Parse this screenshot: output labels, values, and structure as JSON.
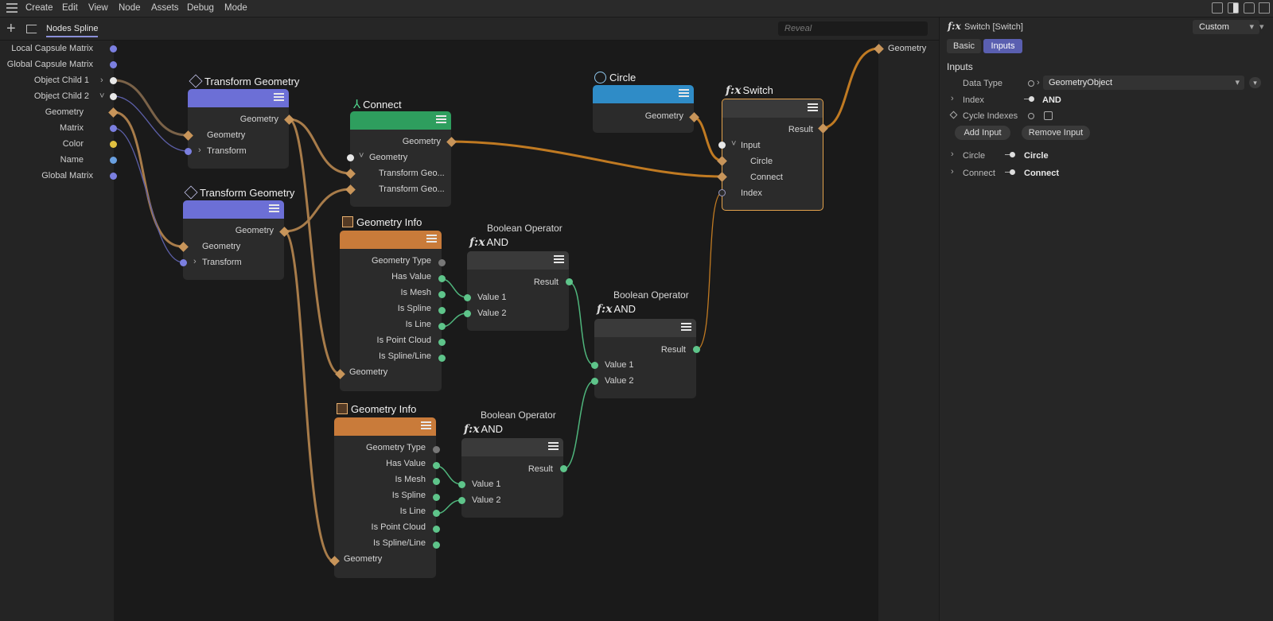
{
  "menu": [
    "Create",
    "Edit",
    "View",
    "Node",
    "Assets",
    "Debug",
    "Mode"
  ],
  "editor": {
    "tab": "Nodes Spline",
    "reveal_placeholder": "Reveal"
  },
  "left_ports": [
    "Local Capsule Matrix",
    "Global Capsule Matrix",
    "Object Child 1",
    "Object Child 2",
    "Geometry",
    "Matrix",
    "Color",
    "Name",
    "Global Matrix"
  ],
  "right_port": "Geometry",
  "nodes": {
    "tg1": {
      "title": "Transform Geometry",
      "out": "Geometry",
      "in1": "Geometry",
      "in2": "Transform"
    },
    "tg2": {
      "title": "Transform Geometry",
      "out": "Geometry",
      "in1": "Geometry",
      "in2": "Transform"
    },
    "connect": {
      "title": "Connect",
      "out": "Geometry",
      "in1": "Geometry",
      "in2": "Transform Geo...",
      "in3": "Transform Geo..."
    },
    "circle": {
      "title": "Circle",
      "out": "Geometry"
    },
    "switch": {
      "fx": "f:x",
      "title": "Switch",
      "out": "Result",
      "in1": "Input",
      "in2": "Circle",
      "in3": "Connect",
      "in4": "Index"
    },
    "gi1": {
      "title": "Geometry Info",
      "outs": [
        "Geometry Type",
        "Has Value",
        "Is Mesh",
        "Is Spline",
        "Is Line",
        "Is Point Cloud",
        "Is Spline/Line"
      ],
      "in": "Geometry"
    },
    "gi2": {
      "title": "Geometry Info",
      "outs": [
        "Geometry Type",
        "Has Value",
        "Is Mesh",
        "Is Spline",
        "Is Line",
        "Is Point Cloud",
        "Is Spline/Line"
      ],
      "in": "Geometry"
    },
    "bo1": {
      "title": "Boolean Operator",
      "fx": "f:x",
      "sub": "AND",
      "out": "Result",
      "in1": "Value 1",
      "in2": "Value 2"
    },
    "bo2": {
      "title": "Boolean Operator",
      "fx": "f:x",
      "sub": "AND",
      "out": "Result",
      "in1": "Value 1",
      "in2": "Value 2"
    },
    "bo3": {
      "title": "Boolean Operator",
      "fx": "f:x",
      "sub": "AND",
      "out": "Result",
      "in1": "Value 1",
      "in2": "Value 2"
    }
  },
  "props": {
    "fx": "f:x",
    "title": "Switch [Switch]",
    "preset": "Custom",
    "tabs": [
      "Basic",
      "Inputs"
    ],
    "section": "Inputs",
    "data_type_label": "Data Type",
    "data_type_value": "GeometryObject",
    "index_label": "Index",
    "index_value": "AND",
    "cycle_label": "Cycle Indexes",
    "add_input": "Add Input",
    "remove_input": "Remove Input",
    "circle_label": "Circle",
    "circle_value": "Circle",
    "connect_label": "Connect",
    "connect_value": "Connect"
  },
  "colors": {
    "geometry_port": "#c8955a",
    "matrix_port": "#7b7fe0",
    "bool_port": "#5ec48a",
    "color_port": "#e0c040",
    "string_port": "#6aa0e0",
    "transform_header": "#6c6fd6",
    "connect_header": "#2e9e5e",
    "circle_header": "#2f8cc7",
    "geoinfo_header": "#c97b3a",
    "switch_border": "#e3a24c"
  }
}
